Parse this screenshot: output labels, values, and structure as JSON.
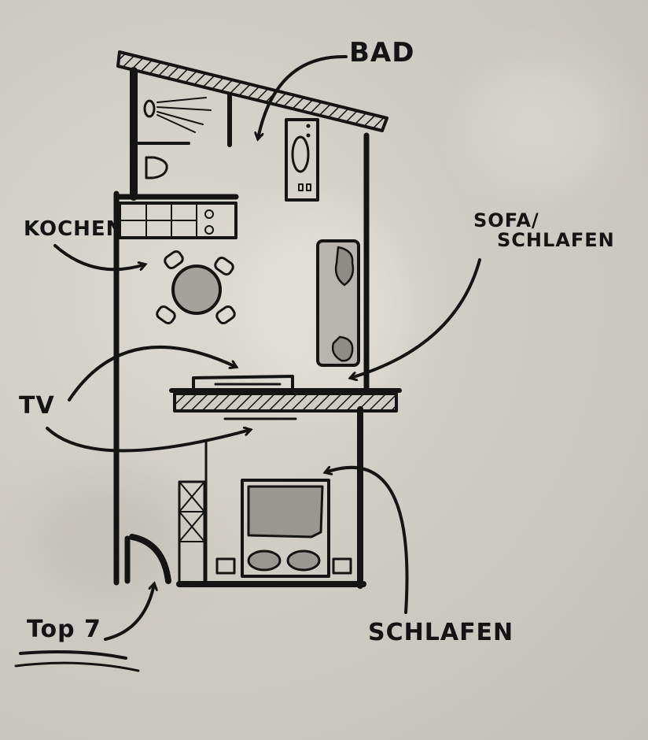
{
  "labels": {
    "bad": "BAD",
    "kochen": "KOCHEN",
    "sofa_line1": "SOFA/",
    "sofa_line2": "SCHLAFEN",
    "tv": "TV",
    "schlafen": "SCHLAFEN",
    "top": "Top 7"
  },
  "colors": {
    "ink": "#141414",
    "paper": "#d3cfc9",
    "fill": "#9a9793"
  }
}
